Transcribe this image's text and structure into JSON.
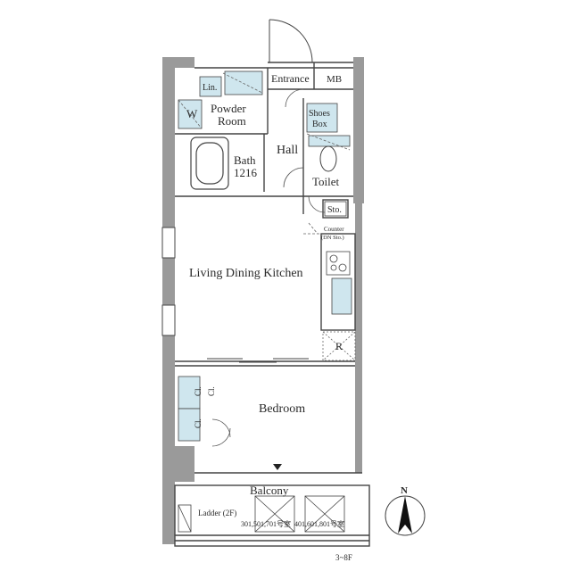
{
  "rooms": {
    "entrance": "Entrance",
    "mb": "MB",
    "lin": "Lin.",
    "powder_room_1": "Powder",
    "powder_room_2": "Room",
    "w": "W",
    "shoes_box_1": "Shoes",
    "shoes_box_2": "Box",
    "hall": "Hall",
    "bath_1": "Bath",
    "bath_2": "1216",
    "toilet": "Toilet",
    "sto": "Sto.",
    "counter_1": "Counter",
    "counter_2": "(DN Sto.)",
    "ldk": "Living Dining Kitchen",
    "r": "R",
    "cl_1": "Cl.",
    "cl_2": "Cl.",
    "cl_3": "Cl.",
    "bedroom": "Bedroom",
    "balcony": "Balcony",
    "ladder": "Ladder (2F)",
    "units_1": "301,501,701号室",
    "units_2": "401,601,801号室",
    "floors": "3~8F",
    "north": "N"
  },
  "colors": {
    "wall": "#9a9a9a",
    "line": "#444444",
    "fixture": "#cfe6ee"
  }
}
